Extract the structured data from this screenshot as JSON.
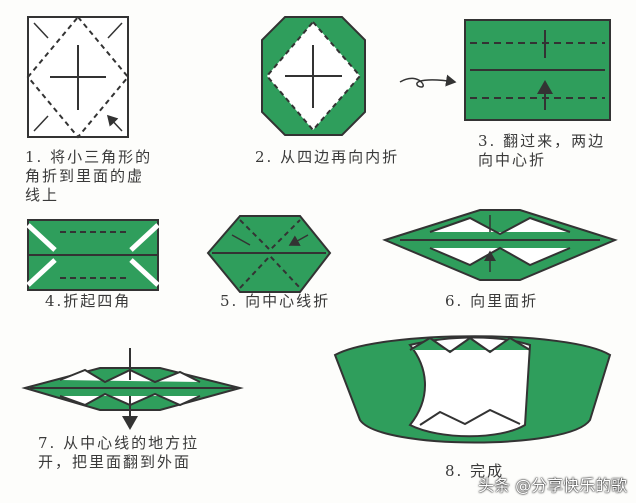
{
  "steps": [
    {
      "lines": [
        "1. 将小三角形的",
        "角折到里面的虚",
        "线上"
      ]
    },
    {
      "lines": [
        "2. 从四边再向内折"
      ]
    },
    {
      "lines": [
        "3. 翻过来，两边",
        "向中心折"
      ]
    },
    {
      "lines": [
        "4.折起四角"
      ]
    },
    {
      "lines": [
        "5. 向中心线折"
      ]
    },
    {
      "lines": [
        "6. 向里面折"
      ]
    },
    {
      "lines": [
        "7. 从中心线的地方拉",
        "开，把里面翻到外面"
      ]
    },
    {
      "lines": [
        "8. 完成"
      ]
    }
  ],
  "watermark": "头条 @分享快乐的歌",
  "colors": {
    "paper_green": "#2f9e5c",
    "outline": "#333333"
  }
}
